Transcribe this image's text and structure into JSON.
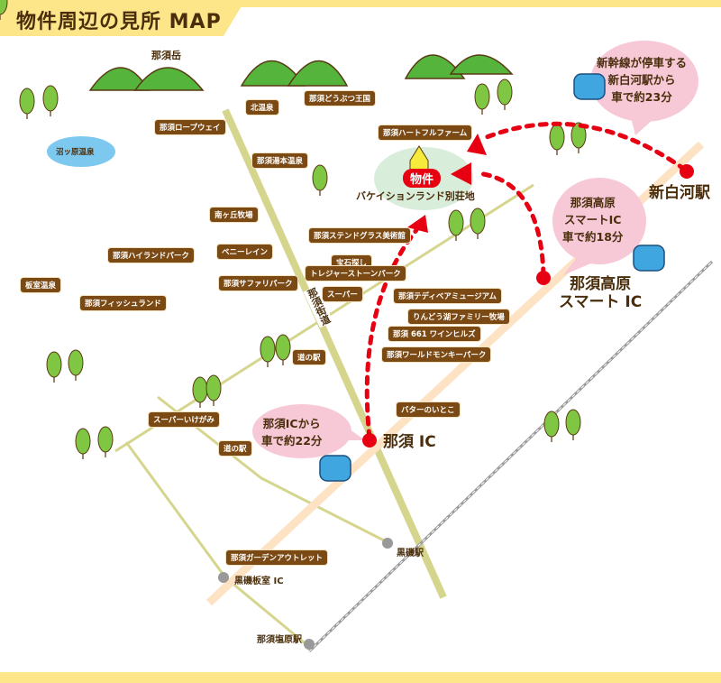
{
  "title": "物件周辺の見所 MAP",
  "property": {
    "badge": "物件",
    "name": "バケイションランド別荘地"
  },
  "colors": {
    "banner": "#fde68a",
    "route": "#e60012",
    "label_bg": "#7b4a14",
    "bubble": "#f7c9d7",
    "road": "#d5d58e",
    "highway": "#fde3c4",
    "rail": "#999999"
  },
  "spots": [
    "那須ロープウェイ",
    "北温泉",
    "那須どうぶつ王国",
    "那須湯本温泉",
    "那須ハートフルファーム",
    "南ヶ丘牧場",
    "ベニーレイン",
    "那須ステンドグラス美術館",
    "宝石探し",
    "トレジャーストーンパーク",
    "那須サファリパーク",
    "スーパー",
    "那須テディベアミュージアム",
    "りんどう湖ファミリー牧場",
    "那須 661 ワインヒルズ",
    "那須ワールドモンキーパーク",
    "バターのいとこ",
    "道の駅",
    "スーパーいけがみ",
    "道の駅",
    "那須ガーデンアウトレット",
    "那須ハイランドパーク",
    "板室温泉",
    "那須フィッシュランド",
    "沼ッ原温泉"
  ],
  "places": {
    "mountain": "那須岳",
    "kaido": "那須街道",
    "kuroiso_ic": "黒磯板室 IC",
    "kuroiso_st": "黒磯駅",
    "nasushiobara_st": "那須塩原駅"
  },
  "access": {
    "nasu_ic": {
      "name": "那須 IC",
      "bubble": [
        "那須ICから",
        "車で約22分"
      ]
    },
    "smart_ic": {
      "name": [
        "那須高原",
        "スマート IC"
      ],
      "bubble": [
        "那須高原",
        "スマートIC",
        "車で約18分"
      ]
    },
    "shirakawa": {
      "name": "新白河駅",
      "bubble": [
        "新幹線が停車する",
        "新白河駅から",
        "車で約23分"
      ]
    }
  }
}
